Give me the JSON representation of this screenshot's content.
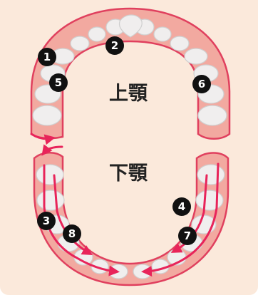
{
  "labels": {
    "upper_jaw": "上顎",
    "lower_jaw": "下顎"
  },
  "badges": [
    "1",
    "2",
    "3",
    "4",
    "5",
    "6",
    "7",
    "8"
  ],
  "colors": {
    "background": "#fbe9db",
    "gum": "#f2a9a0",
    "gum_outline": "#e0405e",
    "tooth": "#f0eeee",
    "tooth_outline": "#cfcfcf",
    "arrow": "#e8245a",
    "badge": "#111111"
  }
}
